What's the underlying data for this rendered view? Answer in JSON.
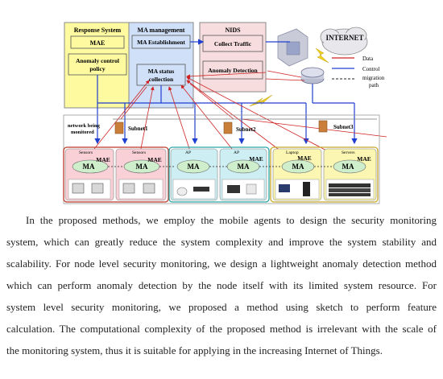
{
  "figure": {
    "response_system": {
      "title": "Response System",
      "mae": "MAE",
      "policy_lines": [
        "Anomaly control",
        "policy"
      ]
    },
    "ma_management": {
      "title": "MA management",
      "establishment": "MA Establishment",
      "status_lines": [
        "MA status",
        "collection"
      ]
    },
    "nids": {
      "title": "NIDS",
      "collect": "Collect Traffic",
      "anomaly": "Anomaly Detection"
    },
    "internet": "INTERNET",
    "legend": {
      "data": "Data",
      "control": "Control",
      "migration_lines": [
        "migration",
        "path"
      ]
    },
    "network_monitored_lines": [
      "network being",
      "monitored"
    ],
    "subnets": [
      "Subnet1",
      "Subnet2",
      "Subnet3"
    ],
    "node_labels": [
      "Sensors",
      "Sensors",
      "AP",
      "AP",
      "Laptop",
      "Servers"
    ],
    "ma_label": "MA",
    "mae_label": "MAE",
    "colors": {
      "yellow_box": "#fdfaa0",
      "blue_box": "#cfe0f8",
      "pink_box": "#f7dddd",
      "red_frame": "#c0392b",
      "teal_frame": "#2aa6a6",
      "gold_frame": "#c8a82a",
      "arrow_blue": "#1f3fd0",
      "arrow_red": "#d02020",
      "node_green": "#cfeecb"
    }
  },
  "paragraph": {
    "lines": [
      "In the proposed methods, we employ the mobile agents to design the security monitoring",
      "system, which can greatly reduce the system complexity and improve the system stability and",
      "scalability. For node level security monitoring, we design a lightweight anomaly detection method",
      "which can perform anomaly detection by the node itself with its limited system resource. For",
      "system level security monitoring, we proposed a method using sketch to perform feature",
      "calculation. The computational complexity of the proposed method is irrelevant with the scale of",
      "the monitoring system, thus it is suitable for applying in the increasing Internet of Things."
    ]
  }
}
